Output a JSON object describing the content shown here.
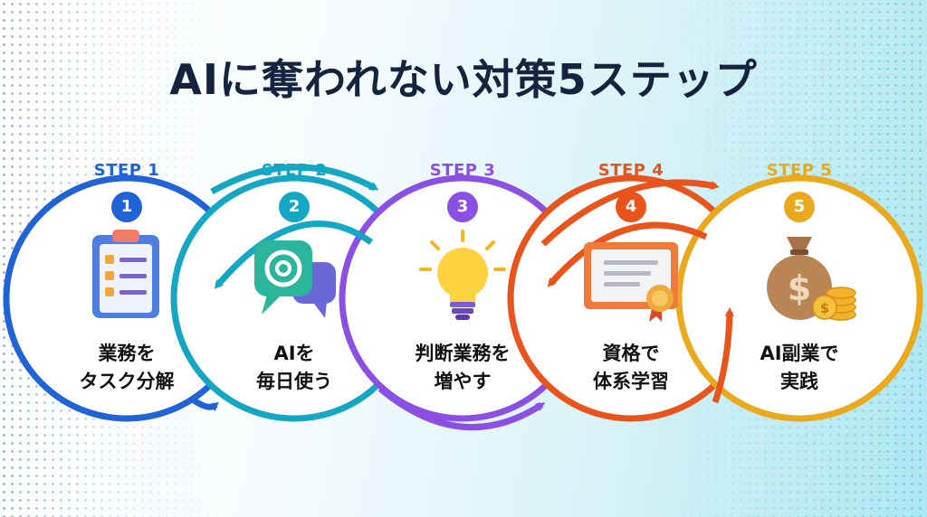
{
  "title": "AIに奪われない対策5ステップ",
  "steps": [
    {
      "label": "STEP 1",
      "number": "1",
      "line1": "業務を",
      "line2": "タスク分解",
      "color": "#1f63d6",
      "icon": "clipboard-checklist-icon"
    },
    {
      "label": "STEP 2",
      "number": "2",
      "line1": "AIを",
      "line2": "毎日使う",
      "color": "#13a7c4",
      "icon": "ai-chat-bubble-icon"
    },
    {
      "label": "STEP 3",
      "number": "3",
      "line1": "判断業務を",
      "line2": "増やす",
      "color": "#8b4fe3",
      "icon": "lightbulb-icon"
    },
    {
      "label": "STEP 4",
      "number": "4",
      "line1": "資格で",
      "line2": "体系学習",
      "color": "#e9541c",
      "icon": "certificate-icon"
    },
    {
      "label": "STEP 5",
      "number": "5",
      "line1": "AI副業で",
      "line2": "実践",
      "color": "#eaa81c",
      "icon": "money-bag-icon"
    }
  ]
}
